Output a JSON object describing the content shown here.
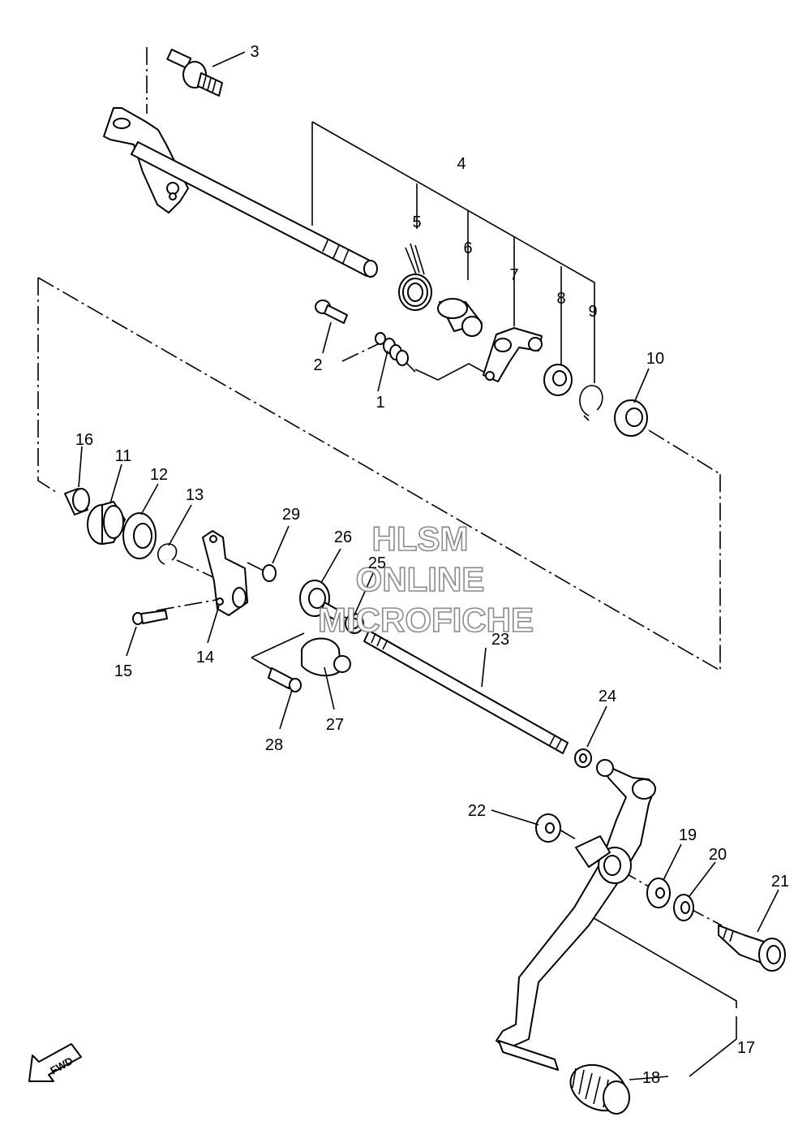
{
  "watermark": {
    "line1": "HLSM",
    "line2": "ONLINE",
    "line3": "MICROFICHE"
  },
  "fwd_label": "FWD",
  "callouts": {
    "n1": "1",
    "n2": "2",
    "n3": "3",
    "n4": "4",
    "n5": "5",
    "n6": "6",
    "n7": "7",
    "n8": "8",
    "n9": "9",
    "n10": "10",
    "n11": "11",
    "n12": "12",
    "n13": "13",
    "n14": "14",
    "n15": "15",
    "n16": "16",
    "n17": "17",
    "n18": "18",
    "n19": "19",
    "n20": "20",
    "n21": "21",
    "n22": "22",
    "n23": "23",
    "n24": "24",
    "n25": "25",
    "n26": "26",
    "n27": "27",
    "n28": "28",
    "n29": "29"
  }
}
